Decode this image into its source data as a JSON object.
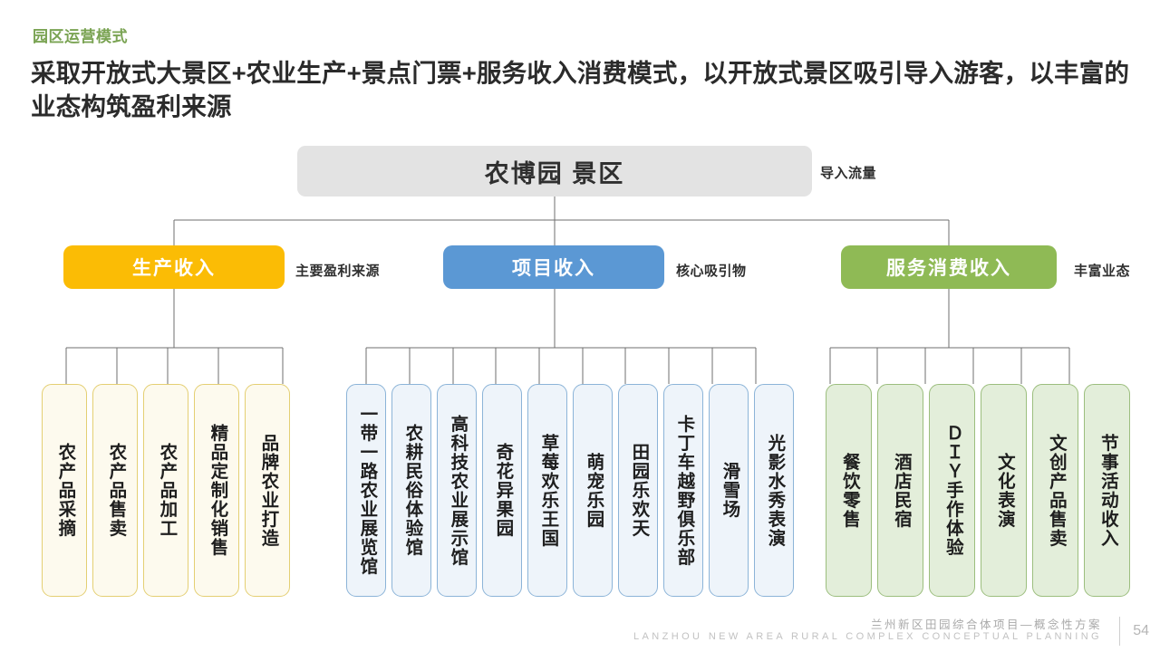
{
  "header": {
    "kicker": "园区运营模式",
    "headline": "采取开放式大景区+农业生产+景点门票+服务收入消费模式，以开放式景区吸引导入游客，以丰富的业态构筑盈利来源"
  },
  "colors": {
    "kicker": "#7aa353",
    "root_box": "#e3e3e3",
    "production": "#fbbc05",
    "project": "#5b98d4",
    "service": "#8fba55",
    "leaf_yellow_fill": "#fdfaee",
    "leaf_yellow_border": "#e4cf73",
    "leaf_blue_fill": "#eef4fa",
    "leaf_blue_border": "#8cb4d8",
    "leaf_green_fill": "#e3eeda",
    "leaf_green_border": "#9cbe7e",
    "connector": "#6f6f6f"
  },
  "diagram": {
    "root": {
      "label": "农博园 景区",
      "note": "导入流量"
    },
    "branches": [
      {
        "label": "生产收入",
        "note": "主要盈利来源",
        "children": [
          "农产品采摘",
          "农产品售卖",
          "农产品加工",
          "精品定制化销售",
          "品牌农业打造"
        ]
      },
      {
        "label": "项目收入",
        "note": "核心吸引物",
        "children": [
          "一带一路农业展览馆",
          "农耕民俗体验馆",
          "高科技农业展示馆",
          "奇花异果园",
          "草莓欢乐王国",
          "萌宠乐园",
          "田园乐欢天",
          "卡丁车越野俱乐部",
          "滑雪场",
          "光影水秀表演"
        ]
      },
      {
        "label": "服务消费收入",
        "note": "丰富业态",
        "children": [
          "餐饮零售",
          "酒店民宿",
          "ＤＩＹ手作体验",
          "文化表演",
          "文创产品售卖",
          "节事活动收入"
        ]
      }
    ]
  },
  "footer": {
    "title_cn": "兰州新区田园综合体项目—概念性方案",
    "title_en": "LANZHOU NEW AREA RURAL COMPLEX CONCEPTUAL PLANNING",
    "page": "54"
  }
}
